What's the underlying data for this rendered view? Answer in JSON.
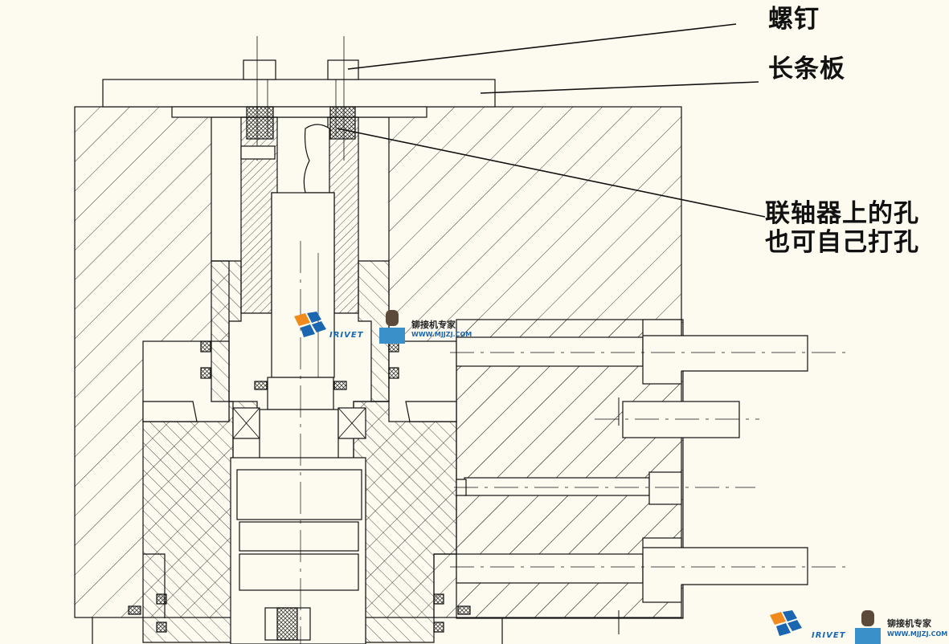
{
  "callouts": {
    "screw": "螺钉",
    "long_plate": "长条板",
    "coupling_hole_line1": "联轴器上的孔",
    "coupling_hole_line2": "也可自己打孔"
  },
  "watermark": {
    "brand": "IRIVET",
    "site_name": "铆接机专家",
    "url": "WWW.MJJZJ.COM"
  },
  "colors": {
    "background": "#fdfbf0",
    "line": "#111111",
    "watermark_blue": "#1a66b0",
    "watermark_orange": "#f08a1c"
  }
}
